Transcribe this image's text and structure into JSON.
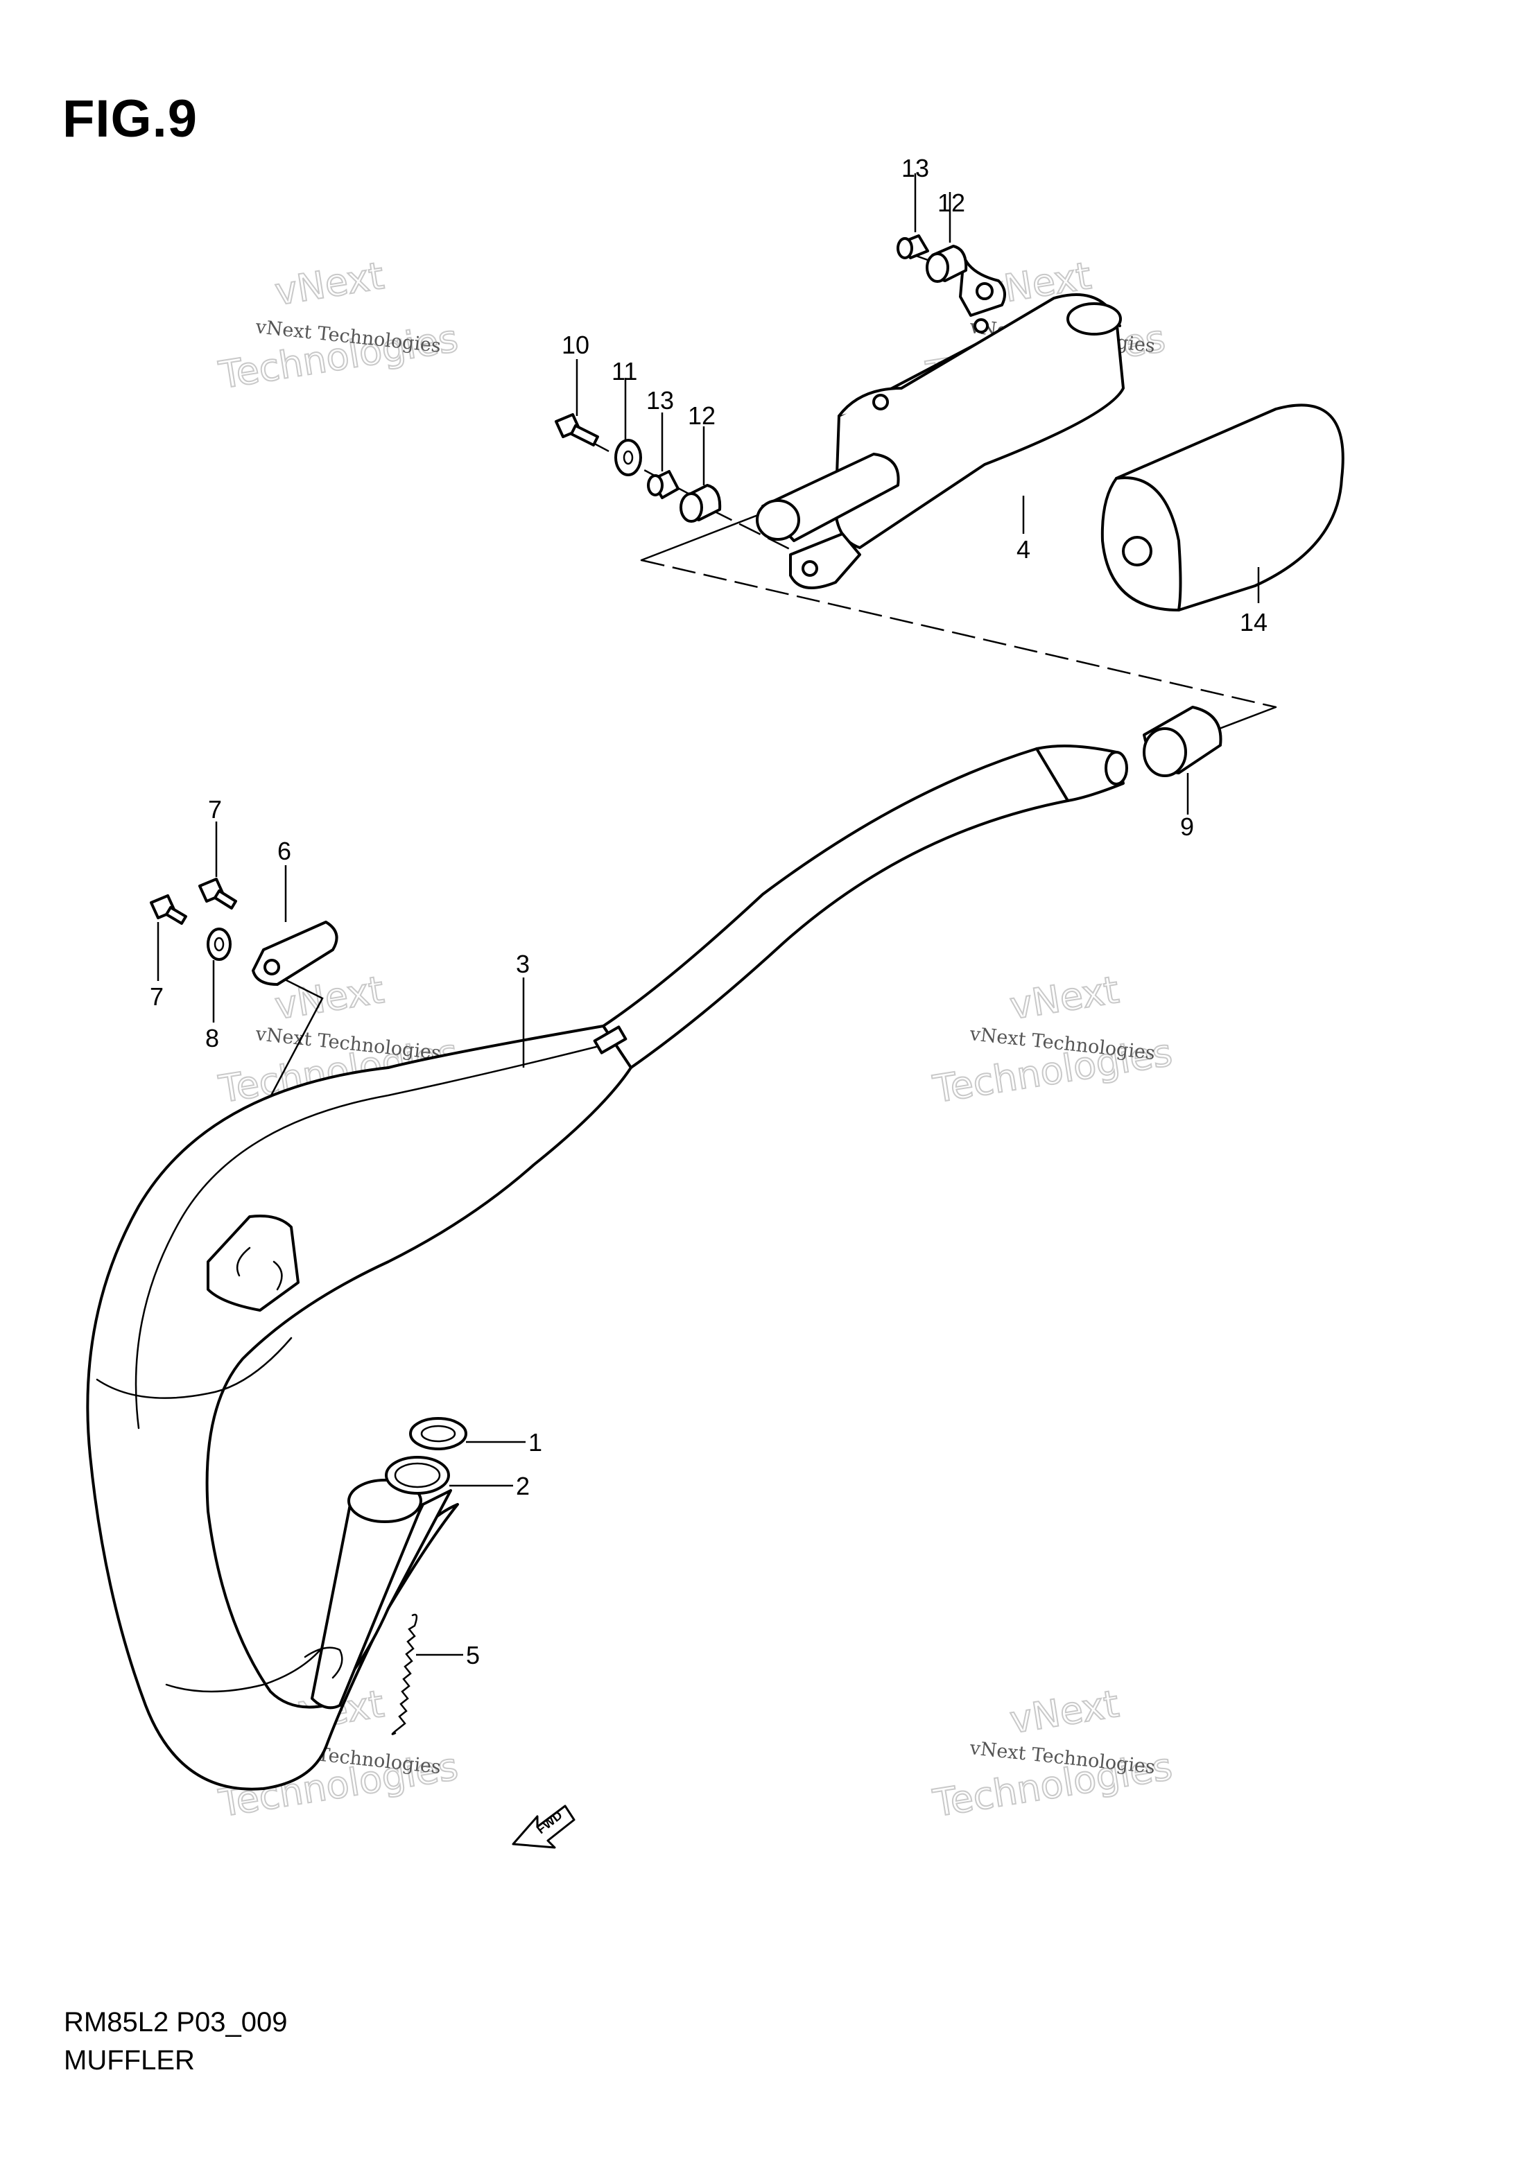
{
  "figure": {
    "title": "FIG.9",
    "code": "RM85L2 P03_009",
    "name": "MUFFLER"
  },
  "arrow": {
    "label": "FWD"
  },
  "watermark": {
    "small_text": "vNext Technologies",
    "big_line1": "vNext",
    "big_line2": "Technologies"
  },
  "callouts": [
    {
      "number": "1",
      "part": "gasket"
    },
    {
      "number": "2",
      "part": "gasket"
    },
    {
      "number": "3",
      "part": "exhaust-pipe"
    },
    {
      "number": "4",
      "part": "muffler"
    },
    {
      "number": "5",
      "part": "spring"
    },
    {
      "number": "6",
      "part": "bracket"
    },
    {
      "number": "7",
      "part": "bolt"
    },
    {
      "number": "7",
      "part": "bolt"
    },
    {
      "number": "8",
      "part": "washer"
    },
    {
      "number": "9",
      "part": "connector"
    },
    {
      "number": "10",
      "part": "bolt"
    },
    {
      "number": "11",
      "part": "washer"
    },
    {
      "number": "12",
      "part": "cushion"
    },
    {
      "number": "12",
      "part": "cushion"
    },
    {
      "number": "13",
      "part": "collar"
    },
    {
      "number": "13",
      "part": "collar"
    },
    {
      "number": "14",
      "part": "cover"
    }
  ]
}
